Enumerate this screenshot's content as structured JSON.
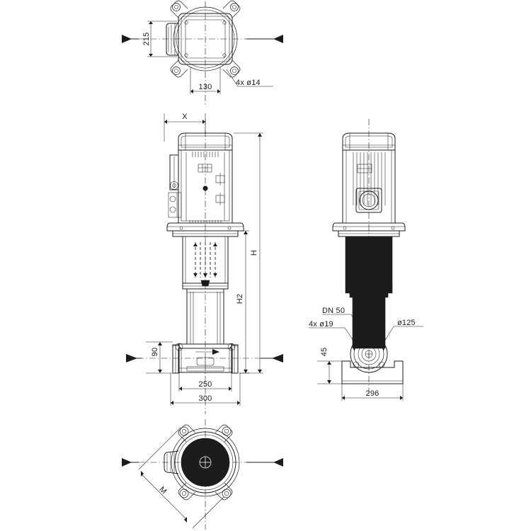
{
  "drawing": {
    "title": "Vertical multistage centrifugal pump dimensional drawing",
    "background_color": "#ffffff",
    "line_color": "#1c1c1c",
    "views": [
      {
        "name": "top-view",
        "label": ""
      },
      {
        "name": "front-view",
        "label": ""
      },
      {
        "name": "side-view",
        "label": ""
      },
      {
        "name": "bottom-view",
        "label": ""
      }
    ]
  },
  "top_view": {
    "dim_height": "215",
    "dim_bolt_spacing": "130",
    "note_bolts": "4x ø14"
  },
  "front_view": {
    "dim_width_x": "X",
    "dim_height_h": "H",
    "dim_height_h2": "H2",
    "dim_inlet_height": "90",
    "dim_flange_span": "250",
    "dim_base_width": "300"
  },
  "side_view": {
    "note_nominal_diameter": "DN 50",
    "note_base_bolts": "4x ø19",
    "note_flange_circle": "ø125",
    "dim_base_height": "45",
    "dim_base_width": "296"
  },
  "bottom_view": {
    "dim_diagonal": "M"
  }
}
